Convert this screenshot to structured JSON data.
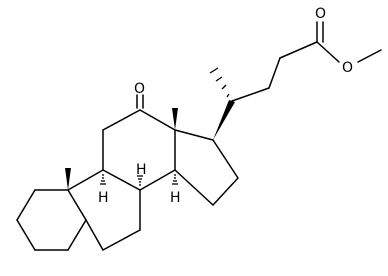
{
  "molecule": {
    "atoms": {
      "ketone_oxygen": "O",
      "ester_carbonyl_oxygen": "O",
      "ester_oxygen": "O",
      "h_9": "H",
      "h_8": "H",
      "h_14": "H"
    }
  }
}
